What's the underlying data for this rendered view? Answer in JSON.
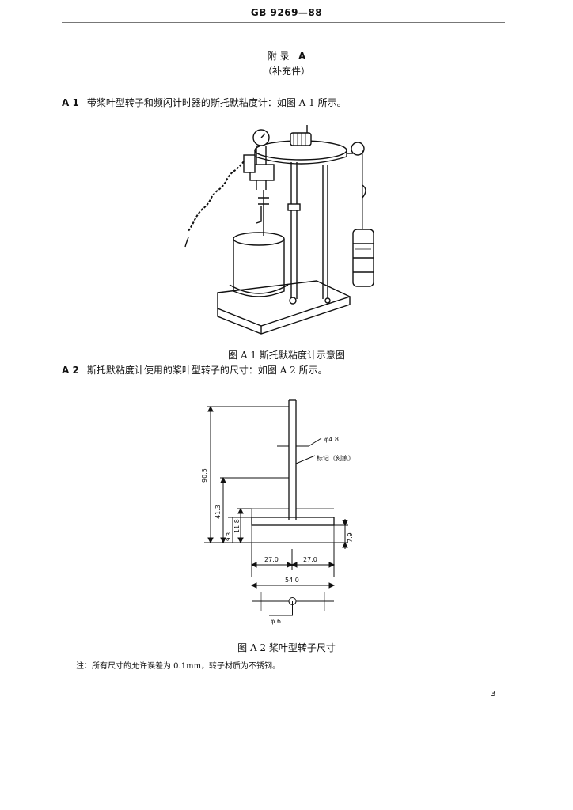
{
  "header": {
    "standard_code": "GB 9269—88"
  },
  "appendix": {
    "title_cn": "附  录",
    "title_letter": "A",
    "subtitle": "（补充件）"
  },
  "section_a1": {
    "number": "A 1",
    "text": "带桨叶型转子和频闪计时器的斯托默粘度计：如图 A 1 所示。"
  },
  "figure_a1": {
    "caption": "图 A 1   斯托默粘度计示意图"
  },
  "section_a2": {
    "number": "A 2",
    "text": "斯托默粘度计使用的桨叶型转子的尺寸：如图 A 2 所示。"
  },
  "figure_a2": {
    "caption": "图 A 2   桨叶型转子尺寸",
    "labels": {
      "shaft_dia": "φ4.8",
      "mark": "标记（刻痕）",
      "total_height": "90.5",
      "mark_height": "41.3",
      "blade_top": "11.8",
      "blade_low": "9.3",
      "blade_thick": "7.9",
      "half_left": "27.0",
      "half_right": "27.0",
      "total_width": "54.0",
      "tip_dia": "φ.6"
    }
  },
  "note": {
    "text": "注：所有尺寸的允许误差为 0.1mm，转子材质为不锈钢。"
  },
  "page": {
    "number": "3"
  }
}
